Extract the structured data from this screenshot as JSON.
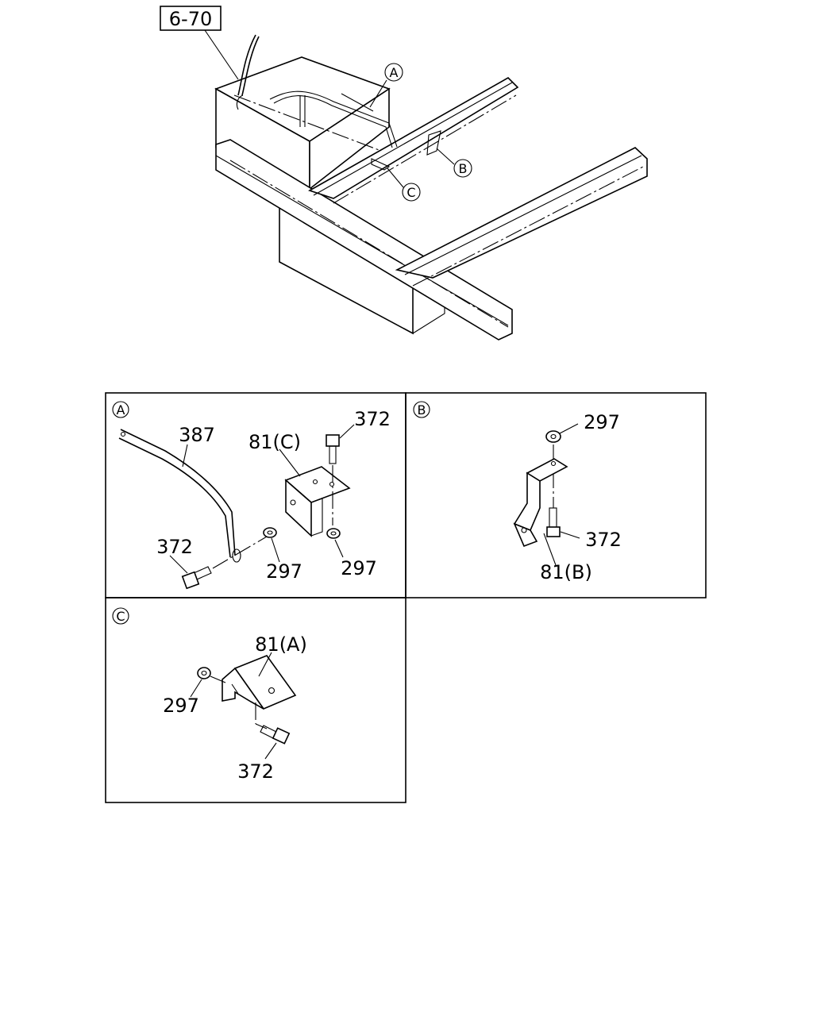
{
  "reference": {
    "label": "6-70"
  },
  "overview_callouts": {
    "a": "A",
    "b": "B",
    "c": "C"
  },
  "detail_a": {
    "callout": "A",
    "labels": {
      "rod": "387",
      "bracket": "81(C)",
      "bolt_top": "372",
      "bolt_left": "372",
      "nut_mid": "297",
      "nut_right": "297"
    }
  },
  "detail_b": {
    "callout": "B",
    "labels": {
      "nut": "297",
      "bolt": "372",
      "bracket": "81(B)"
    }
  },
  "detail_c": {
    "callout": "C",
    "labels": {
      "bracket": "81(A)",
      "nut": "297",
      "bolt": "372"
    }
  }
}
